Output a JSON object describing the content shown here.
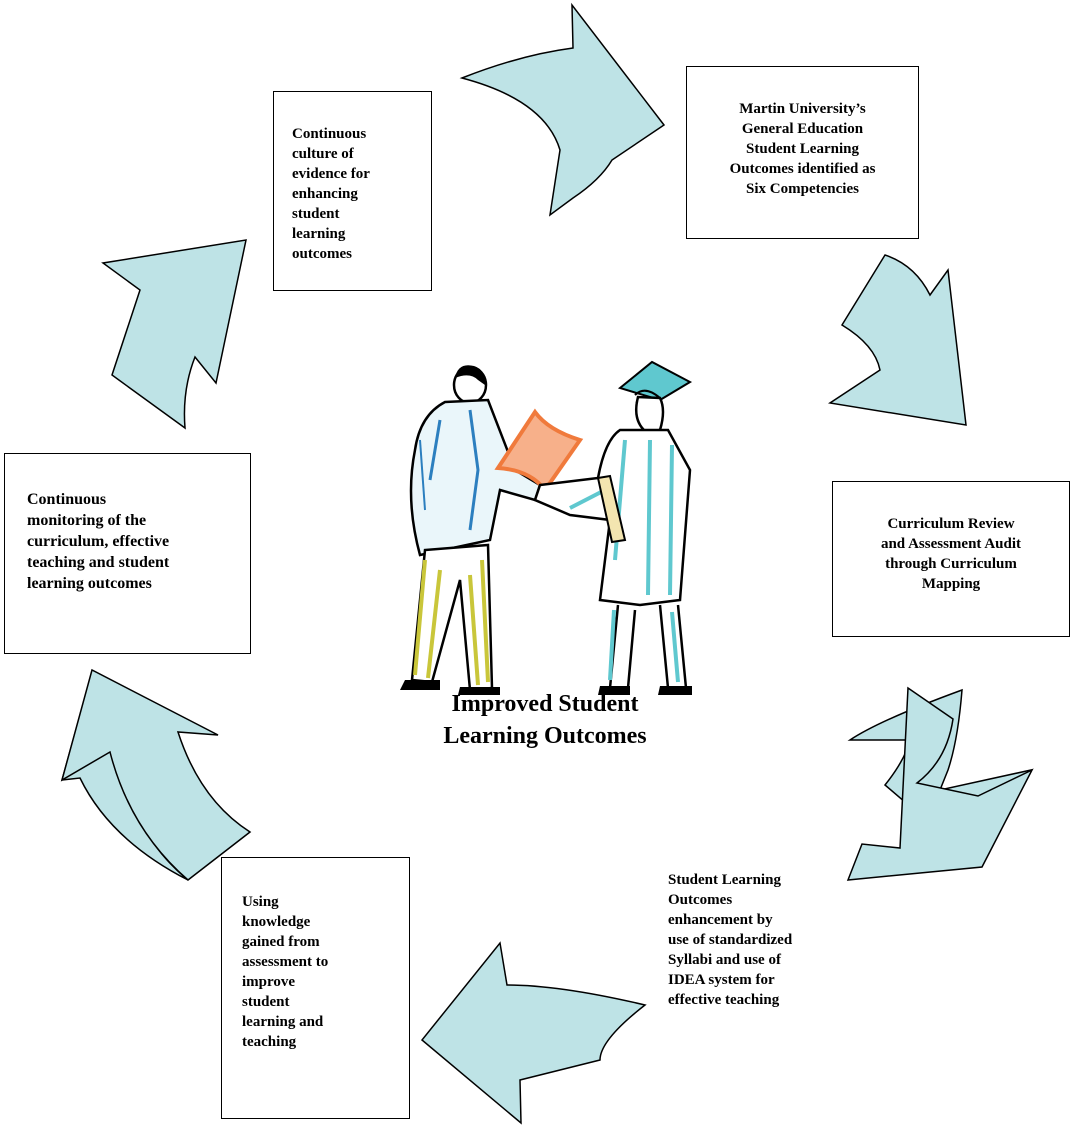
{
  "diagram": {
    "center_title": "Improved Student\nLearning Outcomes",
    "steps": [
      {
        "id": "step-six-competencies",
        "text": "Martin University’s\nGeneral Education\nStudent Learning\nOutcomes identified as\nSix Competencies"
      },
      {
        "id": "step-curriculum-review",
        "text": "Curriculum Review\nand Assessment Audit\nthrough Curriculum\nMapping"
      },
      {
        "id": "step-standardized-syllabi",
        "text": "Student Learning\nOutcomes\nenhancement by\nuse of standardized\nSyllabi and use of\nIDEA system for\neffective teaching"
      },
      {
        "id": "step-using-knowledge",
        "text": "Using\nknowledge\ngained from\nassessment to\nimprove\nstudent\nlearning and\nteaching"
      },
      {
        "id": "step-continuous-monitoring",
        "text": "Continuous\nmonitoring of the\ncurriculum, effective\nteaching and student\nlearning outcomes"
      },
      {
        "id": "step-culture-of-evidence",
        "text": "Continuous\nculture of\nevidence for\nenhancing\nstudent\nlearning\noutcomes"
      }
    ],
    "colors": {
      "arrow_fill": "#BEE3E6",
      "arrow_stroke": "#000000",
      "gown": "#5FC8CF",
      "paper": "#F07A3C",
      "trousers": "#C9C63A"
    }
  }
}
